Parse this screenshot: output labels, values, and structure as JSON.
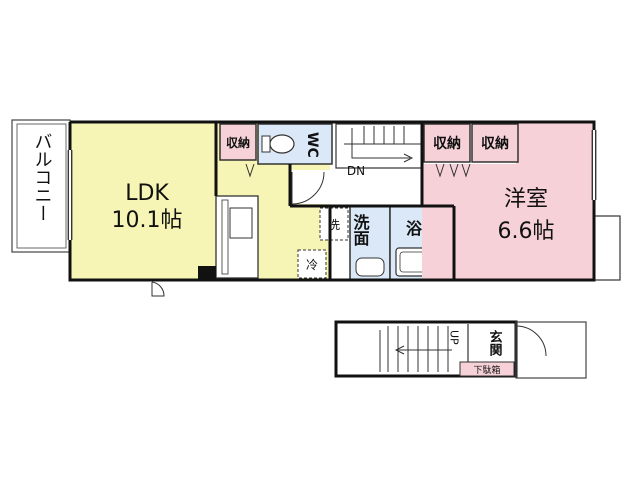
{
  "colors": {
    "ldk": "#f7f5b5",
    "bedroom": "#f6d2d8",
    "wet": "#dbe8f7",
    "storage": "#f6d2d8",
    "wall": "#111111",
    "line": "#444444"
  },
  "rooms": {
    "balcony": "バルコニー",
    "ldk_name": "LDK",
    "ldk_size": "10.1帖",
    "bedroom_name": "洋室",
    "bedroom_size": "6.6帖",
    "wc": "WC",
    "washroom": "洗面",
    "bath": "浴室",
    "entrance": "玄関"
  },
  "labels": {
    "storage_ldk": "収納",
    "storage_bed_1": "収納",
    "storage_bed_2": "収納",
    "laundry": "洗",
    "fridge": "冷",
    "down": "DN",
    "up": "UP",
    "shoe_box": "下駄箱"
  }
}
